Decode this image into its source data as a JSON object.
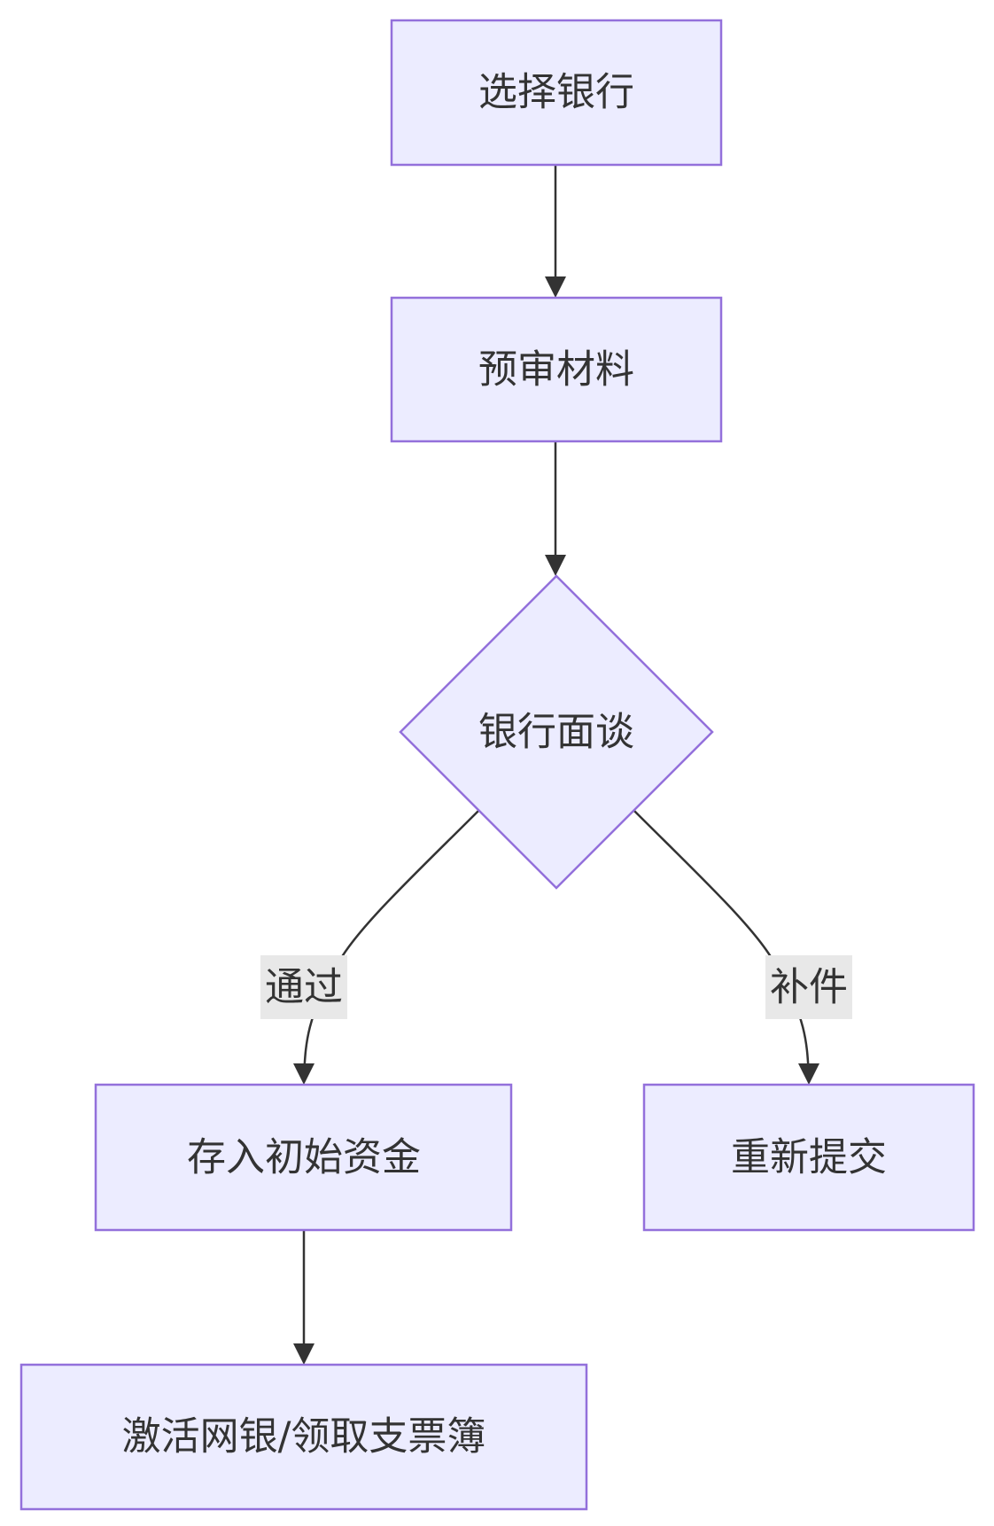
{
  "nodes": {
    "select_bank": "选择银行",
    "pre_review": "预审材料",
    "bank_interview": "银行面谈",
    "deposit_funds": "存入初始资金",
    "resubmit": "重新提交",
    "activate": "激活网银/领取支票簿"
  },
  "edges": {
    "pass_label": "通过",
    "supplement_label": "补件"
  },
  "colors": {
    "node_fill": "#ececff",
    "node_stroke": "#9370db",
    "edge": "#333333",
    "label_bg": "#e8e8e8",
    "text": "#333333"
  }
}
